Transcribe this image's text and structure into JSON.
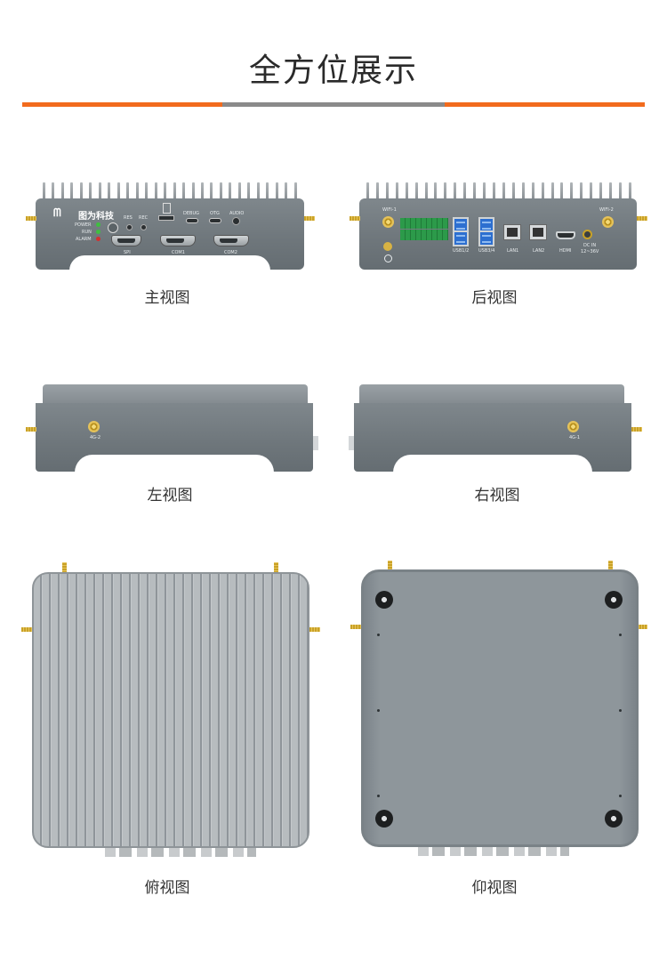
{
  "page": {
    "title": "全方位展示",
    "bar_colors": {
      "left": "#f26b1d",
      "mid": "#8a8a8a",
      "right": "#f26b1d"
    }
  },
  "views": {
    "front": {
      "label": "主视图"
    },
    "rear": {
      "label": "后视图"
    },
    "left": {
      "label": "左视图"
    },
    "right": {
      "label": "右视图"
    },
    "top": {
      "label": "俯视图"
    },
    "bottom": {
      "label": "仰视图"
    }
  },
  "front_panel": {
    "brand": "图为科技",
    "leds": [
      "POWER",
      "RUN",
      "ALARM"
    ],
    "led_colors": [
      "#3fbf3f",
      "#3fbf3f",
      "#d43030"
    ],
    "buttons": [
      "RES",
      "REC"
    ],
    "ports": [
      "DEBUG",
      "OTG",
      "AUDIO"
    ],
    "serial_labels": [
      "SPI",
      "COM1",
      "COM2"
    ]
  },
  "rear_panel": {
    "antenna_left": "WIFI-1",
    "antenna_right": "WIFI-2",
    "ports": [
      "USB1/2",
      "USB3/4",
      "LAN1",
      "LAN2",
      "HDMI"
    ],
    "power_label": "DC IN",
    "power_range": "12~36V"
  },
  "side_panels": {
    "left_antenna": "4G-2",
    "right_antenna": "4G-1"
  },
  "colors": {
    "chassis": "#717a7f",
    "antenna_gold": "#d4ad35",
    "usb_blue": "#2d6fd0",
    "terminal_green": "#2c9a4a"
  }
}
